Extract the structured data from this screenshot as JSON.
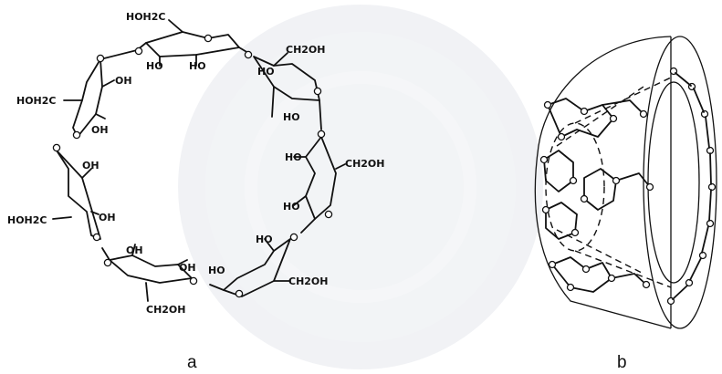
{
  "panel_a": {
    "caption": "a",
    "labels": {
      "hoh2c_top": "HOH2C",
      "ring_o": "O",
      "ho": "HO",
      "oh": "OH",
      "ch2oh": "CH2OH",
      "hoh2c": "HOH2C"
    }
  },
  "panel_b": {
    "caption": "b"
  }
}
